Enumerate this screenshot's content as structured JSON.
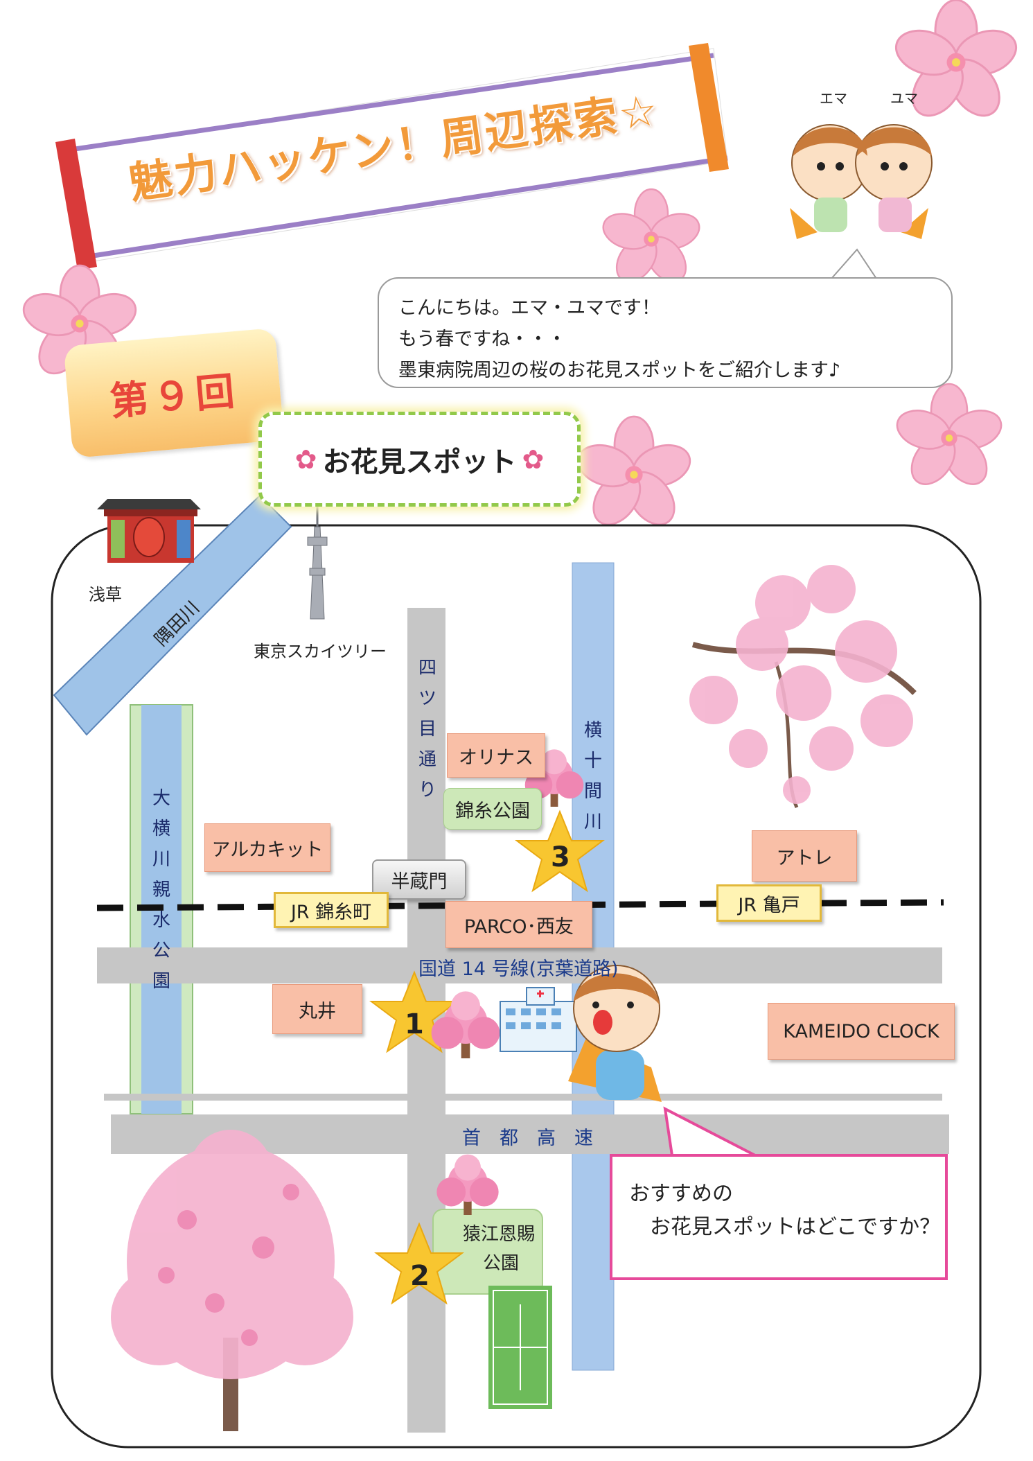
{
  "header": {
    "title": "魅力ハッケン！周辺探索☆",
    "character_names": [
      "エマ",
      "ユマ"
    ]
  },
  "issue": {
    "label": "第９回"
  },
  "greeting": {
    "lines": [
      "こんにちは。エマ・ユマです！",
      "もう春ですね・・・",
      "墨東病院周辺の桜のお花見スポットをご紹介します♪"
    ]
  },
  "section": {
    "title": "お花見スポット",
    "icon": "cherry-blossom-icon"
  },
  "map": {
    "landmarks": {
      "asakusa": "浅草",
      "sumida_river": "隅田川",
      "skytree": "東京スカイツリー"
    },
    "vertical_roads": {
      "yotsume": [
        "四",
        "ツ",
        "目",
        "通",
        "り"
      ],
      "yokojukken": [
        "横",
        "十",
        "間",
        "川"
      ],
      "oyokogawa_park": [
        "大",
        "横",
        "川",
        "親",
        "水",
        "公",
        "園"
      ]
    },
    "places": {
      "olinas": "オリナス",
      "kinshi_park": "錦糸公園",
      "arcakit": "アルカキット",
      "hanzomon": "半蔵門",
      "jr_kinshicho": "JR 錦糸町",
      "parco": "PARCO･西友",
      "atre": "アトレ",
      "jr_kameido": "JR 亀戸",
      "marui": "丸井",
      "kameido_clock": "KAMEIDO CLOCK",
      "sarue_park": [
        "猿江恩賜",
        "公園"
      ]
    },
    "roads": {
      "route14": "国道 14 号線(京葉道路)",
      "expressway": "首　都　高　速"
    },
    "spots": [
      "1",
      "2",
      "3"
    ]
  },
  "question": {
    "lines": [
      "おすすめの",
      "　お花見スポットはどこですか？"
    ]
  },
  "colors": {
    "title_orange": "#f29a3a",
    "river_blue": "#9fc3e8",
    "road_gray": "#c6c6c6",
    "tag_salmon": "#f9bfa7",
    "star_yellow": "#f8c630",
    "question_border": "#e64a9a"
  }
}
